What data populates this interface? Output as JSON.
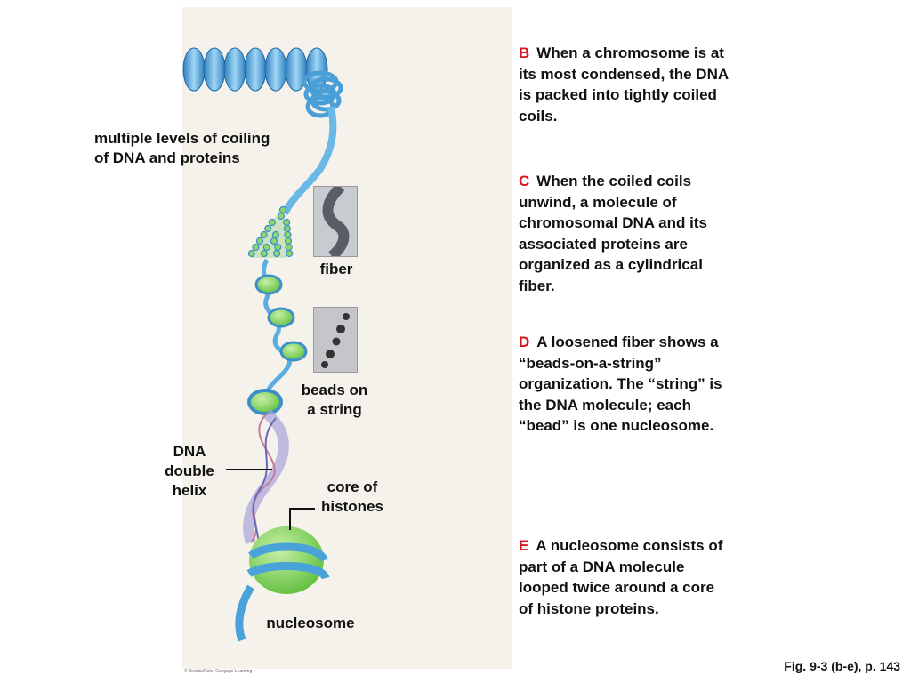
{
  "labels": {
    "multiple_levels": "multiple levels of coiling\nof DNA and proteins",
    "fiber": "fiber",
    "beads_on_string": "beads on\na string",
    "dna_double_helix": "DNA\ndouble\nhelix",
    "core_of_histones": "core of\nhistones",
    "nucleosome": "nucleosome"
  },
  "descriptions": [
    {
      "letter": "B",
      "text": "When a chromosome is at its most condensed, the DNA is packed into tightly coiled coils."
    },
    {
      "letter": "C",
      "text": "When the coiled coils unwind, a molecule of chromosomal DNA and its associated proteins are organized as a cylindrical fiber."
    },
    {
      "letter": "D",
      "text": "A loosened fiber shows a “beads-on-a-string” organization. The “string” is the DNA molecule; each “bead” is one nucleosome."
    },
    {
      "letter": "E",
      "text": "A nucleosome consists of part of a DNA molecule looped twice around a core of histone proteins."
    }
  ],
  "copyright": "© Brooks/Cole, Cengage Learning",
  "figure_ref": "Fig. 9-3 (b-e), p. 143",
  "colors": {
    "accent_letter": "#d9141c",
    "dna_blue": "#5aaee0",
    "histone_green": "#8ed66a",
    "panel_bg": "#f4f2ea"
  }
}
